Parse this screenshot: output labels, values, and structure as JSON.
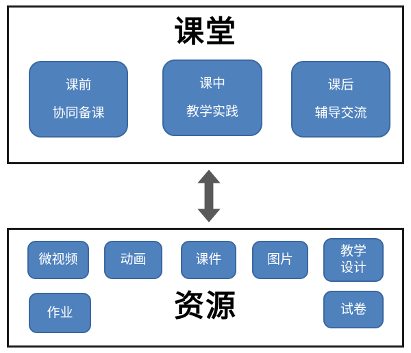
{
  "top_panel": {
    "title": "课堂",
    "boxes": [
      {
        "line1": "课前",
        "line2": "协同备课"
      },
      {
        "line1": "课中",
        "line2": "教学实践"
      },
      {
        "line1": "课后",
        "line2": "辅导交流"
      }
    ]
  },
  "connector": {
    "icon": "double-arrow-vertical-icon",
    "meaning": "bidirectional link between classroom and resources",
    "color": "#595959"
  },
  "bottom_panel": {
    "title": "资源",
    "boxes": [
      {
        "line1": "微视频",
        "line2": ""
      },
      {
        "line1": "动画",
        "line2": ""
      },
      {
        "line1": "课件",
        "line2": ""
      },
      {
        "line1": "图片",
        "line2": ""
      },
      {
        "line1": "教学",
        "line2": "设计"
      },
      {
        "line1": "作业",
        "line2": ""
      },
      {
        "line1": "试卷",
        "line2": ""
      }
    ]
  },
  "colors": {
    "box_fill": "#4f81bd",
    "box_border": "#3a67a0",
    "box_text": "#ffffff",
    "panel_border": "#1a1a1a",
    "title_text": "#000000",
    "arrow": "#595959",
    "background": "#ffffff"
  }
}
